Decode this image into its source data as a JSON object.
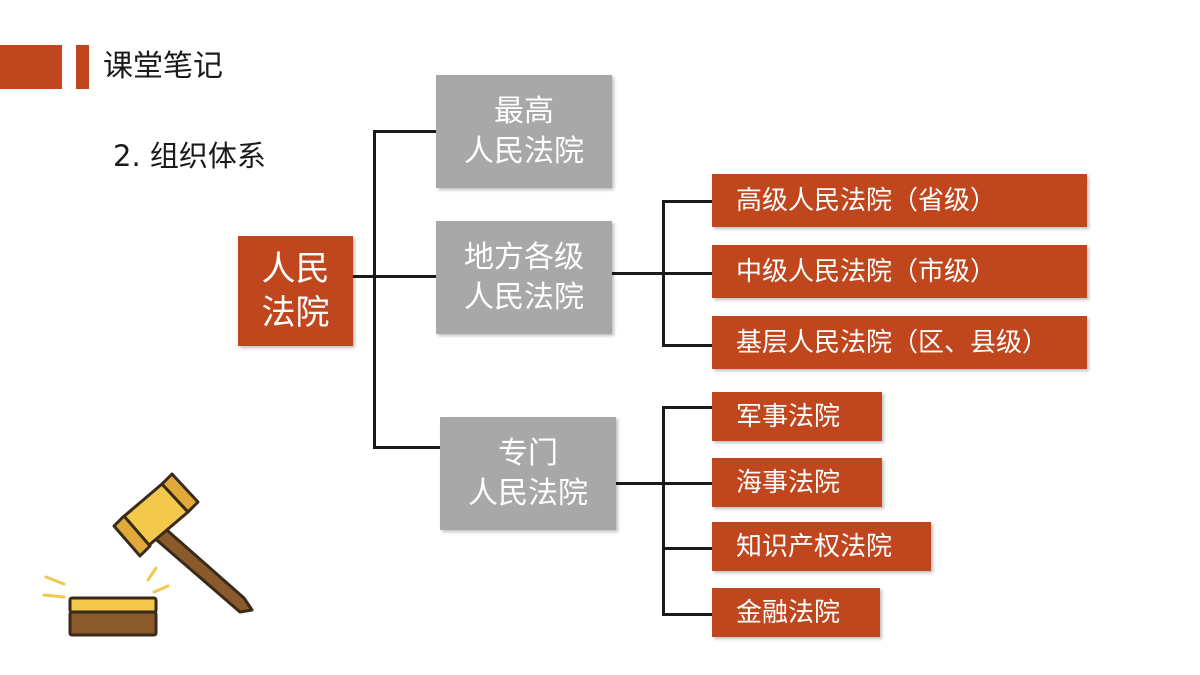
{
  "header": {
    "title": "课堂笔记"
  },
  "section": {
    "subtitle": "2. 组织体系"
  },
  "diagram": {
    "root": {
      "line1": "人民",
      "line2": "法院"
    },
    "branches": [
      {
        "line1": "最高",
        "line2": "人民法院",
        "children": []
      },
      {
        "line1": "地方各级",
        "line2": "人民法院",
        "children": [
          "高级人民法院（省级）",
          "中级人民法院（市级）",
          "基层人民法院（区、县级）"
        ]
      },
      {
        "line1": "专门",
        "line2": "人民法院",
        "children": [
          "军事法院",
          "海事法院",
          "知识产权法院",
          "金融法院"
        ]
      }
    ]
  },
  "colors": {
    "accent": "#c0461e",
    "gray_box": "#a8a8a8",
    "line": "#1a1a1a"
  },
  "icons": {
    "illustration": "gavel-icon"
  }
}
